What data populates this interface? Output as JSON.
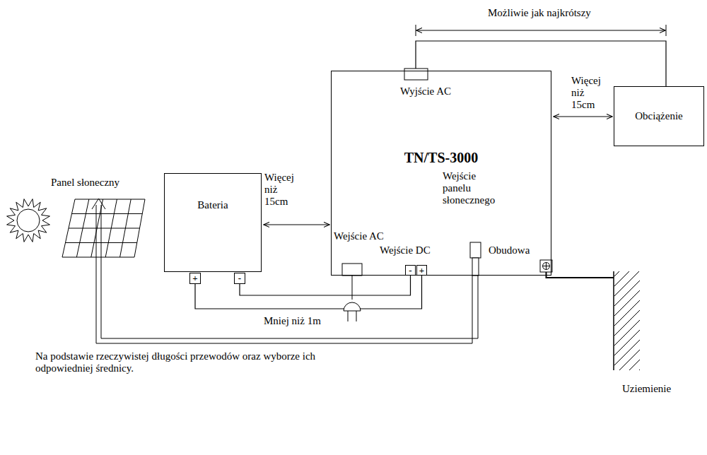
{
  "diagram": {
    "nodes": [
      {
        "text": [
          "Bateria"
        ]
      },
      {
        "text": [
          "+"
        ]
      },
      {
        "text": [
          "-"
        ]
      },
      {
        "text": [
          "Wyjście AC",
          "TN/TS-3000",
          "Wejście panelu słonecznego",
          "Wejście AC",
          "Wejście DC",
          "Obudowa"
        ]
      },
      {
        "text": [
          "-"
        ],
        "in": 3
      },
      {
        "text": [
          "+"
        ],
        "in": 3
      },
      {
        "text": [
          "Obciążenie"
        ]
      }
    ],
    "edges": [
      {
        "from": 1,
        "to": 5,
        "arrow": "none"
      },
      {
        "from": 2,
        "to": 4,
        "arrow": "none"
      },
      {
        "from": 3,
        "to": 6,
        "arrow": "none"
      }
    ],
    "labels": [
      "Panel słoneczny",
      "Więcej niż 15cm",
      "Możliwie jak najkrótszy",
      "Więcej niż 15cm",
      "Mniej niż 1m",
      "Uziemienie",
      "Na podstawie rzeczywistej długości przewodów oraz wyborze ich odpowiedniej średnicy."
    ]
  }
}
